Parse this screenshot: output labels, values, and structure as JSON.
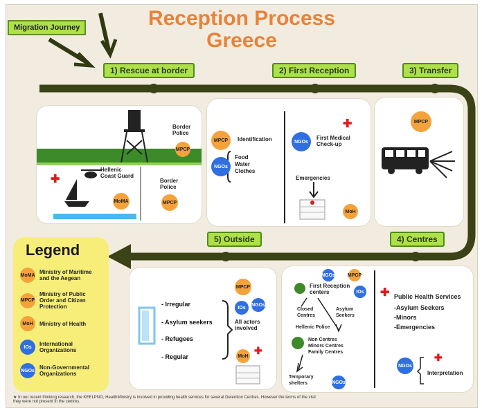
{
  "title": {
    "line1": "Reception Process",
    "line2": "Greece"
  },
  "journey_label": "Migration Journey",
  "stages": {
    "s1": "1) Rescue at border",
    "s2": "2) First Reception",
    "s3": "3) Transfer",
    "s4": "4) Centres",
    "s5": "5) Outside"
  },
  "panel1": {
    "border_police_top": "Border Police",
    "hellenic_coast_guard": "Hellenic Coast Guard",
    "border_police_bottom": "Border Police",
    "badge_mpcp": "MPCP",
    "badge_mma": "MoMA"
  },
  "panel2": {
    "identification": "Identification",
    "food": "Food",
    "water": "Water",
    "clothes": "Clothes",
    "first_medical": "First Medical Check-up",
    "emergencies": "Emergencies",
    "badge_mpcp": "MPCP",
    "badge_ngo": "NGOs",
    "badge_moh": "MoH"
  },
  "panel3": {
    "badge_mpcp": "MPCP"
  },
  "panel4": {
    "first_reception": "First Reception centers",
    "closed_centres": "Closed Centres",
    "hellenic_police": "Hellenic Police",
    "asylum_seekers": "Asylum Seekers",
    "non_centres": "Non Centres Minors Centres Family Centres",
    "temporary_shelters": "Temporary shelters",
    "public_health": "Public Health Services",
    "ph_items": [
      "-Asylum Seekers",
      "-Minors",
      "-Emergencies"
    ],
    "interpretation": "Interpretation",
    "badge_ngo": "NGOs",
    "badge_io": "IOs",
    "badge_mpcp": "MPCP"
  },
  "panel5": {
    "items": [
      "- Irregular",
      "- Asylum seekers",
      "- Refugees",
      "- Regular"
    ],
    "all_actors": "All actors involved",
    "badge_mpcp": "MPCP",
    "badge_io": "IOs",
    "badge_ngo": "NGOs",
    "badge_moh": "MoH"
  },
  "legend": {
    "title": "Legend",
    "items": [
      {
        "badge": "MoMA",
        "text": "Ministry of Maritime and the Aegean",
        "color": "#f4a23c"
      },
      {
        "badge": "MPCP",
        "text": "Ministry of Public Order and Citizen Protection",
        "color": "#f4a23c"
      },
      {
        "badge": "MoH",
        "text": "Ministry of Health",
        "color": "#f4a23c"
      },
      {
        "badge": "IOs",
        "text": "International Organizations",
        "color": "#2f6fe0"
      },
      {
        "badge": "NGOs",
        "text": "Non-Governmental Organizations",
        "color": "#2f6fe0"
      }
    ]
  },
  "footnote": "★ In our recent thinking research, the KEELPNO, HealthMinistry is involved in providing health services for several Detention Centres. However the terms of the visit they were not present in the centres."
}
